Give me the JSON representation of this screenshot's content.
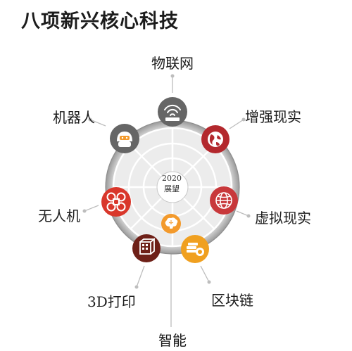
{
  "title": "八项新兴核心科技",
  "center": {
    "year": "2020",
    "subtitle": "展望"
  },
  "technologies": [
    {
      "key": "iot",
      "label": "物联网",
      "icon": "wireless-router-icon",
      "color": "#666666"
    },
    {
      "key": "ar",
      "label": "增强现实",
      "icon": "globe-icon",
      "color": "#b3282d"
    },
    {
      "key": "vr",
      "label": "虚拟现实",
      "icon": "globe-grid-icon",
      "color": "#c8383b"
    },
    {
      "key": "blockchain",
      "label": "区块链",
      "icon": "coin-stack-icon",
      "color": "#f0a020"
    },
    {
      "key": "ai",
      "label": "智能",
      "icon": "brain-icon",
      "color": "#f39a2c"
    },
    {
      "key": "3dprint",
      "label": "3D打印",
      "icon": "cube-icon",
      "color": "#6e2018"
    },
    {
      "key": "drone",
      "label": "无人机",
      "icon": "drone-rotor-icon",
      "color": "#d9372b"
    },
    {
      "key": "robot",
      "label": "机器人",
      "icon": "robot-head-icon",
      "color": "#666666"
    }
  ]
}
